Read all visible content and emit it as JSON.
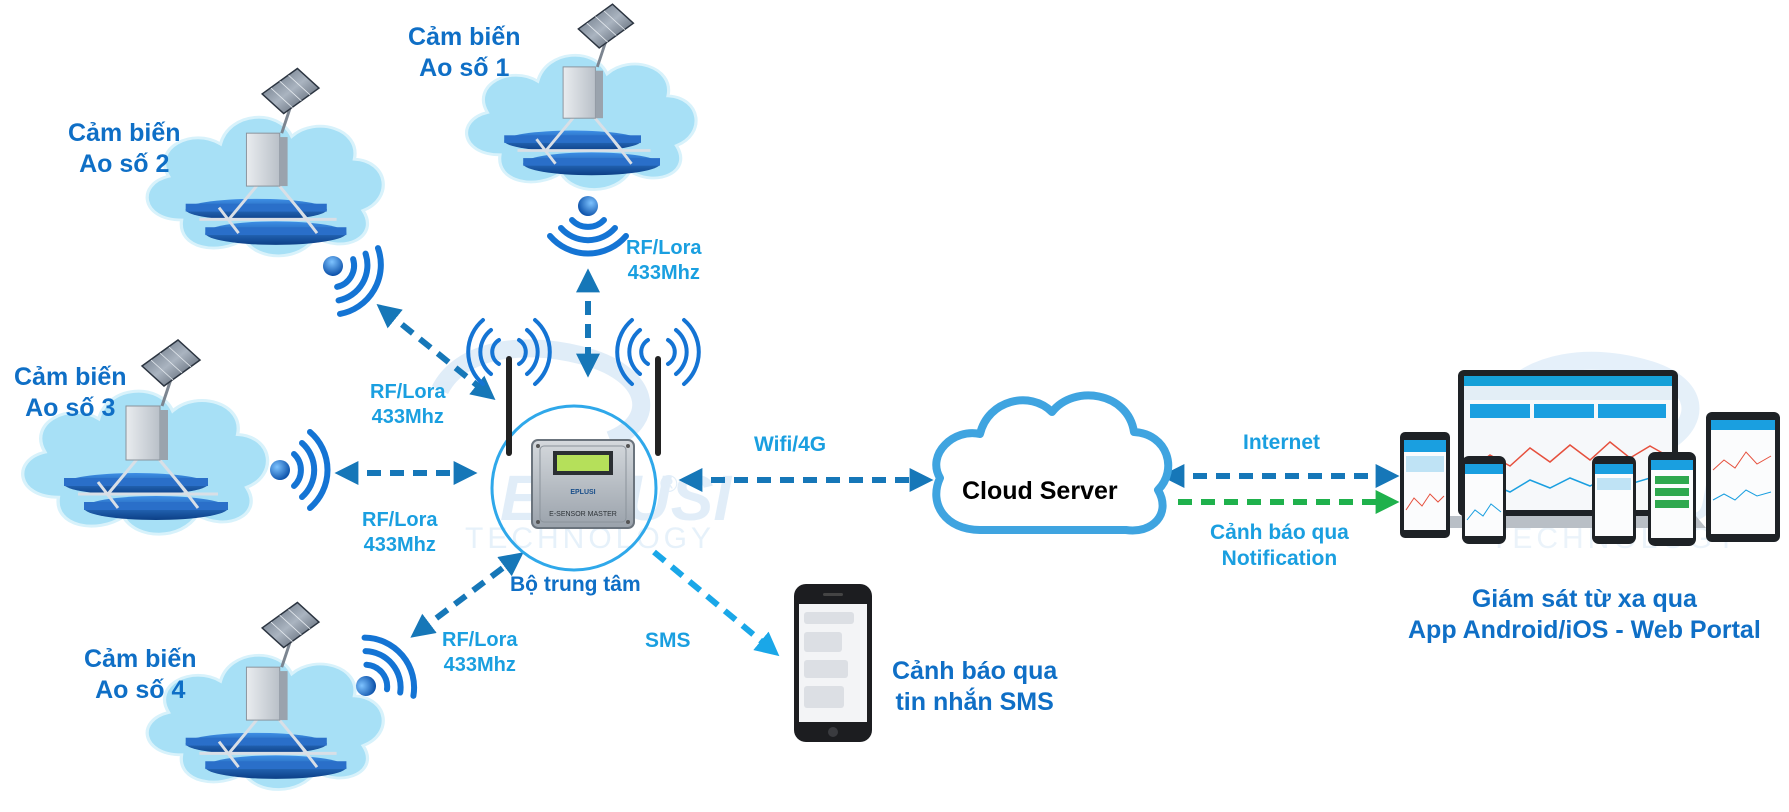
{
  "colors": {
    "primary_blue": "#0f6fc6",
    "light_blue": "#1a9fe0",
    "cloud_blue": "#9bdcf3",
    "arrow_dark": "#1677b8",
    "notification_green": "#1fb14c",
    "watermark": "#cfe3f5"
  },
  "ponds": [
    {
      "line1": "Cảm biến",
      "line2": "Ao số 1"
    },
    {
      "line1": "Cảm biến",
      "line2": "Ao số 2"
    },
    {
      "line1": "Cảm biến",
      "line2": "Ao số 3"
    },
    {
      "line1": "Cảm biến",
      "line2": "Ao số 4"
    }
  ],
  "rf_links": [
    {
      "line1": "RF/Lora",
      "line2": "433Mhz"
    },
    {
      "line1": "RF/Lora",
      "line2": "433Mhz"
    },
    {
      "line1": "RF/Lora",
      "line2": "433Mhz"
    },
    {
      "line1": "RF/Lora",
      "line2": "433Mhz"
    }
  ],
  "hub": {
    "label": "Bộ trung tâm",
    "device_text": "E-SENSOR MASTER",
    "brand_small": "EPLUSI"
  },
  "watermark": {
    "word1": "EPLUSI",
    "word2": "TECHNOLOGY",
    "reg": "®"
  },
  "links": {
    "wifi": "Wifi/4G",
    "sms": "SMS",
    "internet": "Internet",
    "notification_line1": "Cảnh báo qua",
    "notification_line2": "Notification"
  },
  "cloud": {
    "label": "Cloud Server"
  },
  "sms_alert": {
    "line1": "Cảnh báo qua",
    "line2": "tin nhắn SMS"
  },
  "monitoring": {
    "line1": "Giám sát từ xa qua",
    "line2": "App Android/iOS - Web Portal"
  },
  "icons": {
    "pond_cloud": "cloud-shape",
    "sensor": "floating-solar-sensor-icon",
    "signal": "wireless-signal-icon",
    "phone": "smartphone-icon",
    "devices": "multi-device-dashboard-icon"
  }
}
